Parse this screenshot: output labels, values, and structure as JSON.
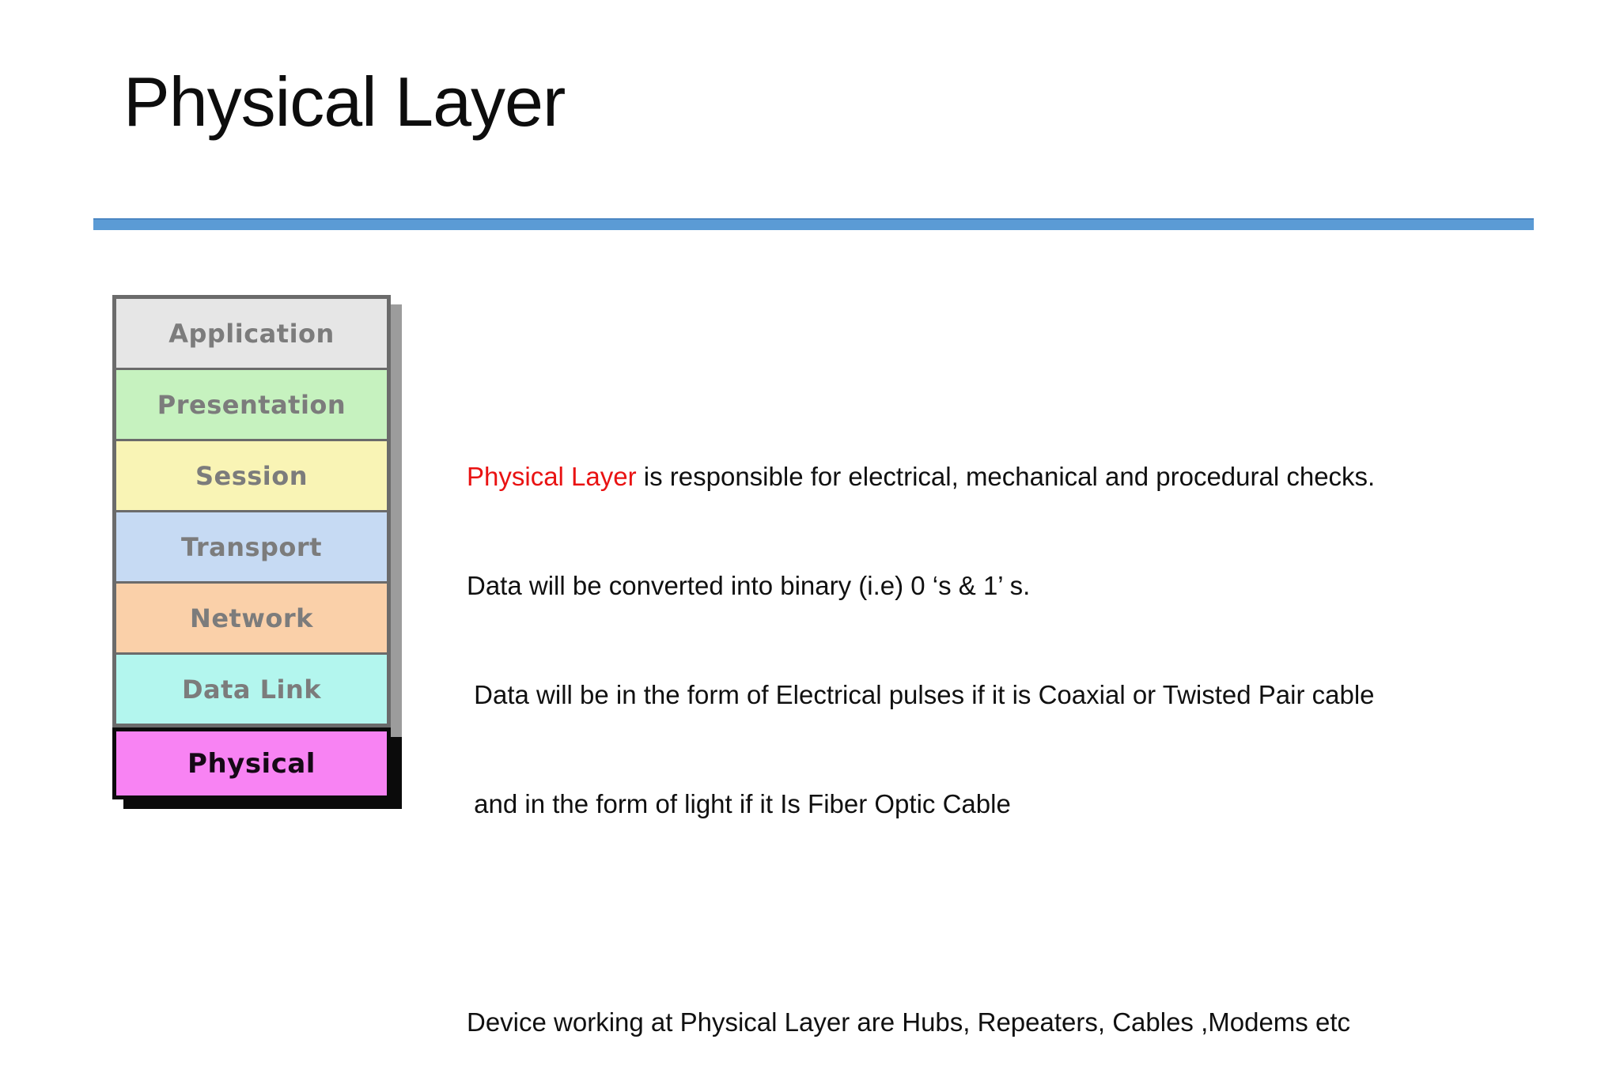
{
  "slide": {
    "title": "Physical Layer",
    "accent_color": "#5b9bd5"
  },
  "osi_stack": {
    "layers": [
      {
        "label": "Application",
        "color": "#e6e6e6"
      },
      {
        "label": "Presentation",
        "color": "#c6f2bf"
      },
      {
        "label": "Session",
        "color": "#f9f4b5"
      },
      {
        "label": "Transport",
        "color": "#c6daf3"
      },
      {
        "label": "Network",
        "color": "#fad0a9"
      },
      {
        "label": "Data Link",
        "color": "#b3f6ee"
      }
    ],
    "highlighted_layer": {
      "label": "Physical",
      "color": "#f883f3"
    },
    "label_color": "#7c7c7c",
    "border_color": "#6b6b6b",
    "shadow_color": "#9c9c9c"
  },
  "content": {
    "lead_highlight": "Physical Layer",
    "lead_rest": " is responsible for electrical, mechanical and procedural checks.",
    "line2": "Data will be converted into binary (i.e) 0 ‘s & 1’ s.",
    "line3": " Data will be in the form of Electrical pulses if it is Coaxial or Twisted Pair cable",
    "line4": " and in the form of light if it Is Fiber Optic Cable",
    "line5": "Device working at Physical Layer are Hubs, Repeaters, Cables ,Modems etc",
    "highlight_color": "#e91212"
  }
}
